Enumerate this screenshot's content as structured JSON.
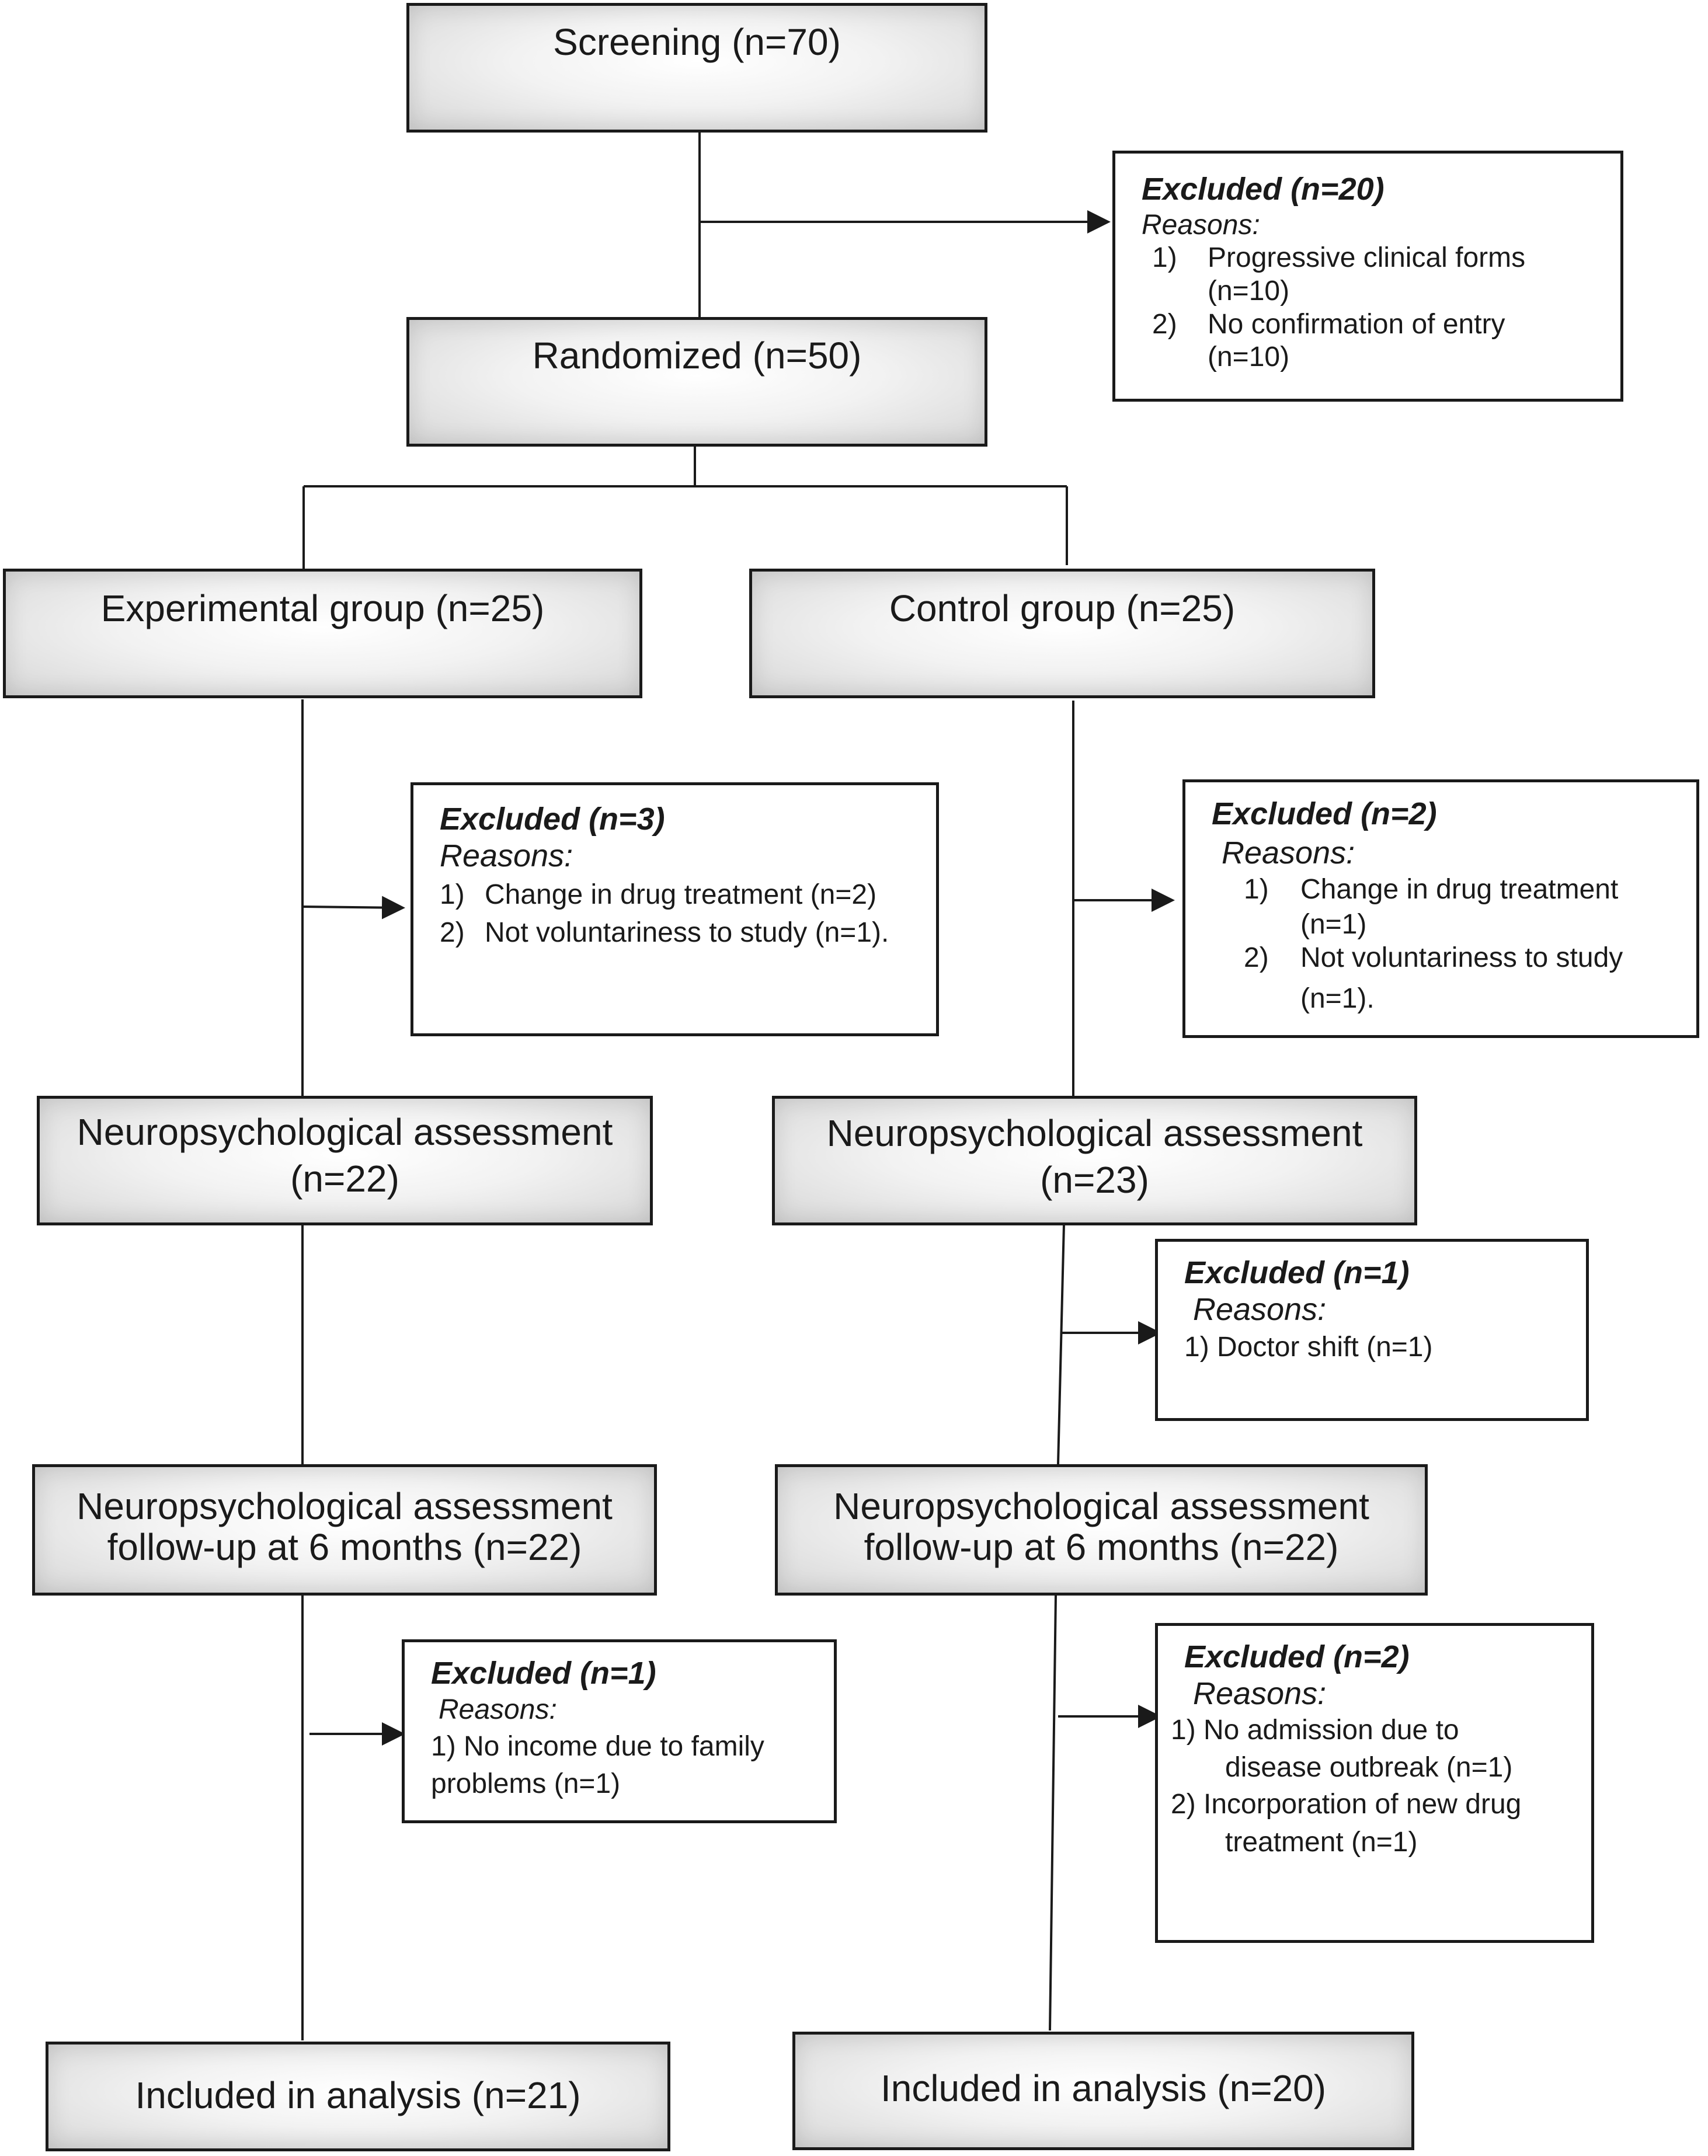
{
  "screening": {
    "label": "Screening (n=70)"
  },
  "excluded_screening": {
    "title": "Excluded (n=20)",
    "reasons_label": "Reasons:",
    "items": [
      {
        "num": "1)",
        "line1": "Progressive clinical forms",
        "line2": "(n=10)"
      },
      {
        "num": "2)",
        "line1": "No confirmation of entry",
        "line2": "(n=10)"
      }
    ]
  },
  "randomized": {
    "label": "Randomized (n=50)"
  },
  "experimental": {
    "group": {
      "label": "Experimental group (n=25)"
    },
    "excluded_1": {
      "title": "Excluded (n=3)",
      "reasons_label": "Reasons:",
      "items": [
        {
          "num": "1)",
          "text": "Change in drug treatment (n=2)"
        },
        {
          "num": "2)",
          "text": "Not voluntariness to study (n=1)."
        }
      ]
    },
    "assessment": {
      "line1": "Neuropsychological assessment",
      "line2": "(n=22)"
    },
    "followup": {
      "line1": "Neuropsychological assessment",
      "line2": "follow-up at 6 months (n=22)"
    },
    "excluded_2": {
      "title": "Excluded (n=1)",
      "reasons_label": "Reasons:",
      "line1": "1) No income due to family",
      "line2": "problems (n=1)"
    },
    "analysis": {
      "label": "Included in analysis (n=21)"
    }
  },
  "control": {
    "group": {
      "label": "Control group (n=25)"
    },
    "excluded_1": {
      "title": "Excluded (n=2)",
      "reasons_label": "Reasons:",
      "items": [
        {
          "num": "1)",
          "line1": "Change in drug treatment",
          "line2": "(n=1)"
        },
        {
          "num": "2)",
          "line1": "Not voluntariness to study",
          "line2": "(n=1)."
        }
      ]
    },
    "assessment": {
      "line1": "Neuropsychological assessment",
      "line2": "(n=23)"
    },
    "excluded_2": {
      "title": "Excluded (n=1)",
      "reasons_label": "Reasons:",
      "line1": "1) Doctor shift (n=1)"
    },
    "followup": {
      "line1": "Neuropsychological assessment",
      "line2": "follow-up at 6 months (n=22)"
    },
    "excluded_3": {
      "title": "Excluded (n=2)",
      "reasons_label": "Reasons:",
      "line1": "1) No admission due to",
      "line2": "disease outbreak (n=1)",
      "line3": "2) Incorporation of new drug",
      "line4": "treatment (n=1)"
    },
    "analysis": {
      "label": "Included in analysis (n=20)"
    }
  }
}
